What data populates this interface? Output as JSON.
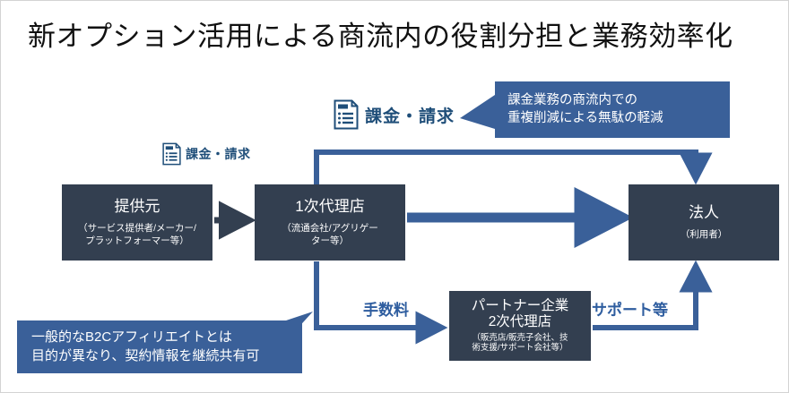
{
  "slide": {
    "title": "新オプション活用による商流内の役割分担と業務効率化",
    "background_color": "#ffffff",
    "accent_color": "#3a6099",
    "entity_color": "#333f50",
    "label_color": "#2e5d9f"
  },
  "entities": [
    {
      "id": "provider",
      "title": "提供元",
      "subtitle": "（サービス提供者/メーカー/\nプラットフォーマー等）",
      "subtitle_l1": "（サービス提供者/メーカー/",
      "subtitle_l2": "プラットフォーマー等）"
    },
    {
      "id": "agency1",
      "title": "1次代理店",
      "subtitle_l1": "（流通会社/アグリゲー",
      "subtitle_l2": "ター等）"
    },
    {
      "id": "corporation",
      "title": "法人",
      "subtitle_l1": "（利用者）",
      "subtitle_l2": ""
    },
    {
      "id": "partner",
      "title_l1": "パートナー企業",
      "title_l2": "2次代理店",
      "subtitle_l1": "（販売店/販売子会社、技",
      "subtitle_l2": "術支援/サポート会社等）"
    }
  ],
  "chips": [
    {
      "id": "billing-big",
      "icon": "invoice-icon",
      "icon_text": "INVOICE",
      "label": "課金・請求"
    },
    {
      "id": "billing-small",
      "icon": "invoice-icon",
      "icon_text": "INVOICE",
      "label": "課金・請求"
    }
  ],
  "callouts": [
    {
      "id": "billing-note",
      "line1": "課金業務の商流内での",
      "line2": "重複削減による無駄の軽減",
      "color": "#3a6099",
      "tail": "left"
    },
    {
      "id": "affiliate-note",
      "line1": "一般的なB2Cアフィリエイトとは",
      "line2": "目的が異なり、契約情報を継続共有可",
      "color": "#3a6099",
      "tail": "top-right"
    }
  ],
  "edge_labels": {
    "fee": "手数料",
    "support": "サポート等"
  },
  "connectors": [
    {
      "id": "provider-to-agency1",
      "color": "#333f50",
      "style": "solid-arrow"
    },
    {
      "id": "agency1-to-corp-top",
      "color": "#3a6099",
      "style": "elbow-arrow"
    },
    {
      "id": "agency1-to-corp-main",
      "color": "#3a6099",
      "style": "thick-arrow"
    },
    {
      "id": "agency1-to-partner",
      "color": "#3a6099",
      "style": "elbow-arrow",
      "label": "手数料"
    },
    {
      "id": "partner-to-corp",
      "color": "#3a6099",
      "style": "elbow-arrow",
      "label": "サポート等"
    }
  ]
}
